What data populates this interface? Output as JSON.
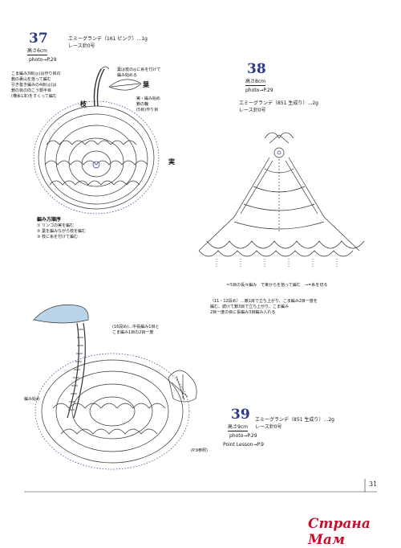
{
  "pattern37": {
    "number": "37",
    "size": "高さ6cm",
    "photo": "photo→P.29",
    "materials": [
      "エミーグランデ（161 ピンク）…1g",
      "レース針0号"
    ],
    "notes_left": [
      "こま編み3目(◎)は作り目の",
      "鎖の裏山を拾って編む",
      "引き抜き編みの4目(◎)は",
      "鎖の目の向こう側半目",
      "(横糸1本)をすくって編む"
    ],
    "label_stem": "枝",
    "label_leaf": "葉",
    "leaf_note": [
      "葉は枝の◎に糸を付けて",
      "編み始める"
    ],
    "start_note": [
      "実・編み始め",
      "鎖の輪",
      "(5目)作り目"
    ],
    "label_fruit": "実",
    "order_title": "編み方順序",
    "order_steps": [
      "① リンゴの実を編む",
      "② 葉を編みながら枝を編む",
      "③ 枝に糸を付けて編む"
    ]
  },
  "pattern38": {
    "number": "38",
    "size": "高さ8cm",
    "photo": "photo→P.29",
    "materials": [
      "エミーグランデ（851 生成り）…2g",
      "レース針0号"
    ],
    "legend1": "＝5目の長々編み　で束からを拾って編む　→=糸を切る",
    "legend2": [
      "（11・12段め）…鎖1目で立ち上がり、こま編み2目一度を",
      "編む、続けて鎖3目で立ち上がり、こま編み",
      "2目一度の目に長編み3目編み入れる"
    ]
  },
  "pattern39": {
    "number": "39",
    "size": "高さ9cm",
    "photo": "photo→P.29",
    "point": "Point Lesson→P.9",
    "materials": [
      "エミーグランデ（851 生成り）…2g",
      "レース針0号"
    ],
    "note_top": [
      "(16段め)…中長編み1目と",
      "こま編み1目の2目一度"
    ],
    "start_label": "編み始め",
    "p9": "(P.9参照)"
  },
  "page_number": "31",
  "watermark": "Страна Мам",
  "colors": {
    "accent": "#2b3a8c",
    "watermark": "#c8102e",
    "ink": "#111111"
  }
}
